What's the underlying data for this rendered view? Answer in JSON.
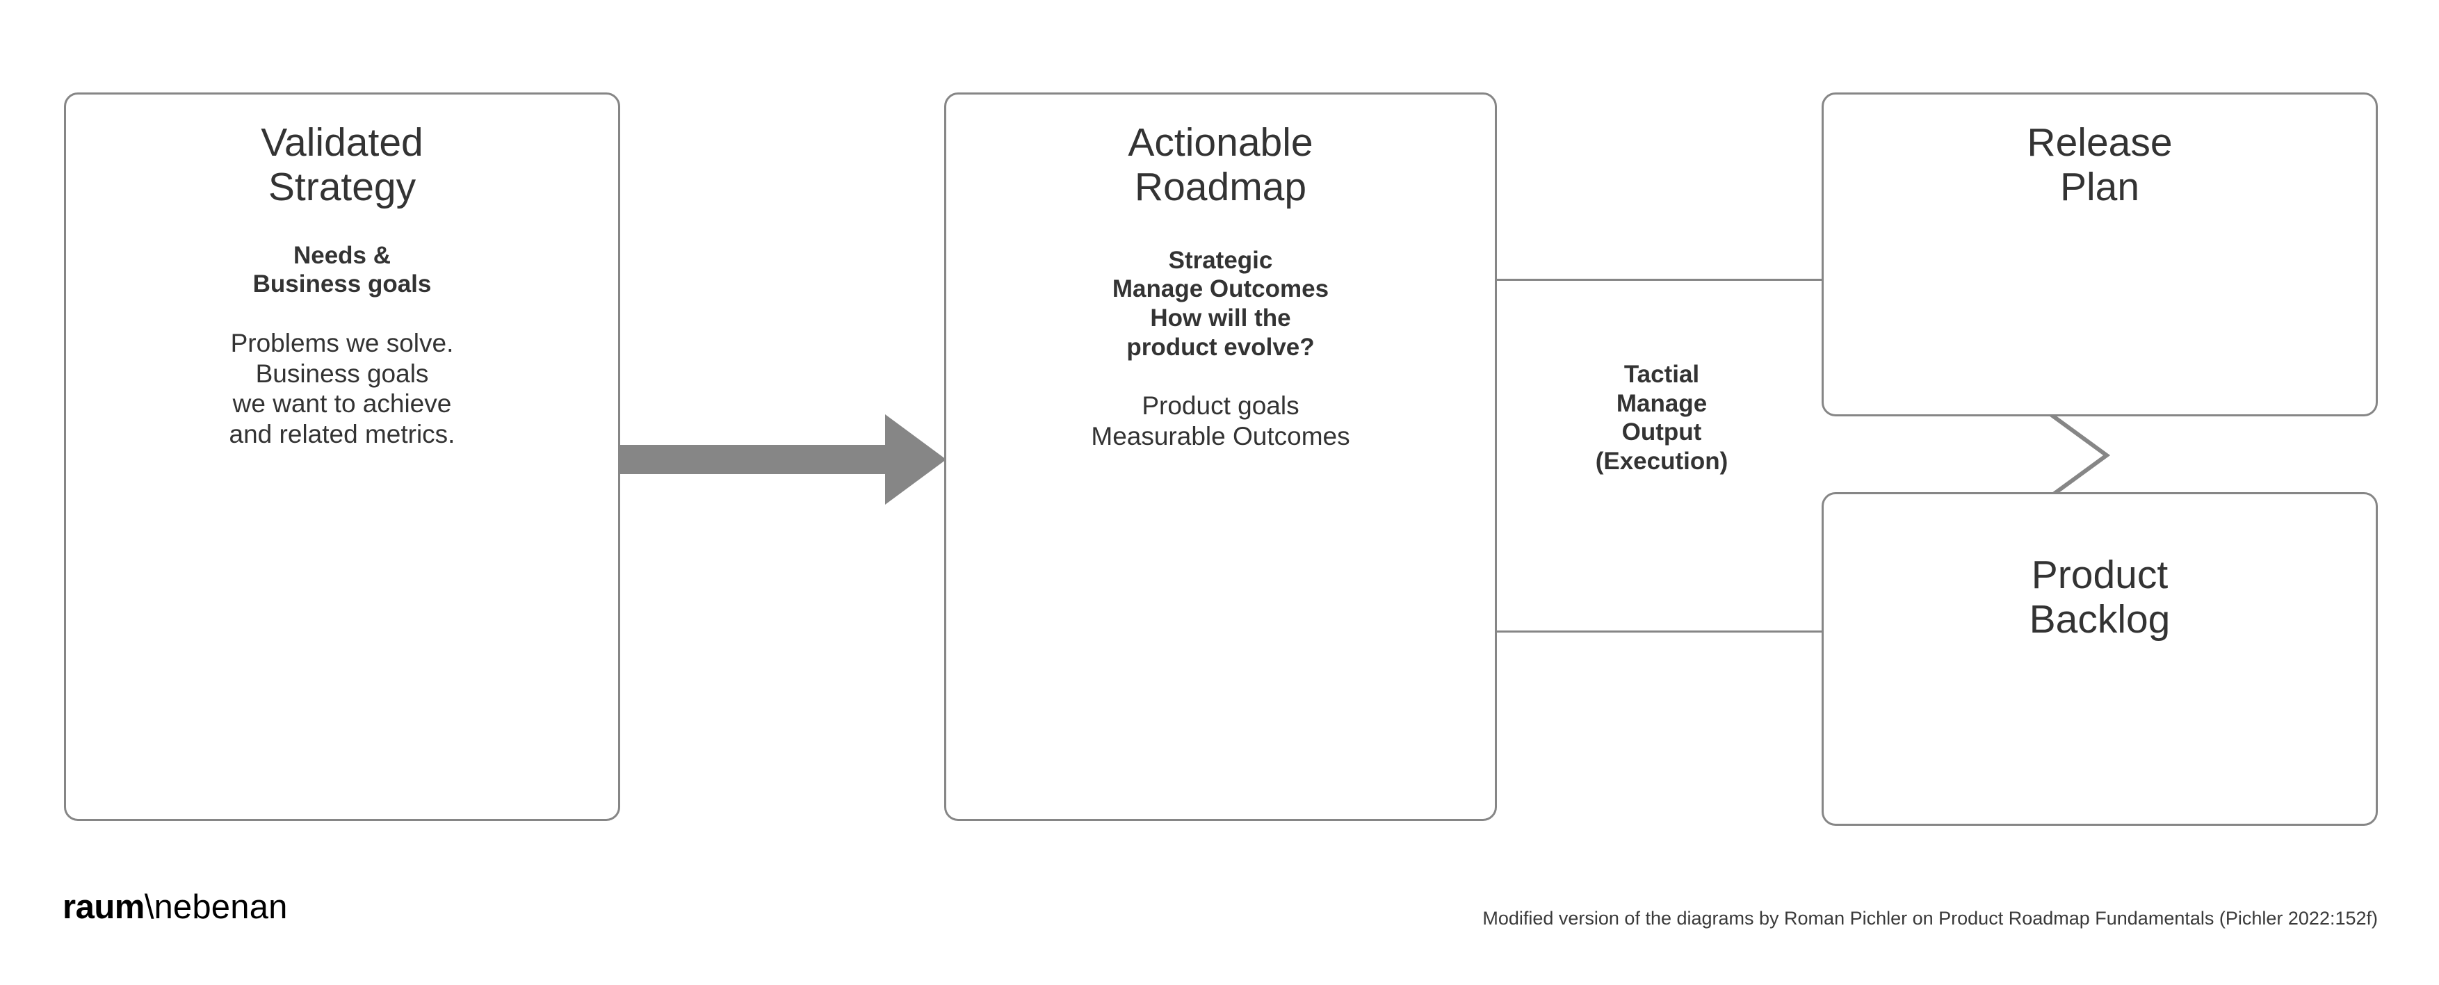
{
  "diagram": {
    "title_semantics": "product-roadmap-fundamentals-flow",
    "colors": {
      "box_border": "#868686",
      "arrow_fill": "#868686",
      "text": "#333333",
      "background": "#ffffff",
      "logo": "#000000"
    },
    "boxes": [
      {
        "id": "validated-strategy",
        "title": "Validated\nStrategy",
        "bold": "Needs &\nBusiness goals",
        "body": "Problems we solve.\nBusiness goals\nwe want to achieve\nand related metrics."
      },
      {
        "id": "actionable-roadmap",
        "title": "Actionable\nRoadmap",
        "bold": "Strategic\nManage Outcomes\nHow will the\nproduct evolve?",
        "body": "Product goals\nMeasurable Outcomes"
      },
      {
        "id": "release-plan",
        "title": "Release\nPlan",
        "bold": "",
        "body": ""
      },
      {
        "id": "product-backlog",
        "title": "Product\nBacklog",
        "bold": "",
        "body": ""
      }
    ],
    "connector_label": "Tactial\nManage\nOutput\n(Execution)",
    "connectors": [
      {
        "id": "strategy-to-roadmap",
        "type": "block-arrow",
        "direction": "right"
      },
      {
        "id": "roadmap-to-release-plan",
        "type": "line",
        "direction": "right"
      },
      {
        "id": "roadmap-to-product-backlog",
        "type": "line",
        "direction": "right"
      },
      {
        "id": "release-plan-to-product-backlog",
        "type": "chevron",
        "direction": "right"
      }
    ]
  },
  "footer": {
    "logo_strong": "raum",
    "logo_slash": "\\",
    "logo_light": "nebenan",
    "attribution": "Modified version of the diagrams by Roman Pichler on Product Roadmap Fundamentals (Pichler 2022:152f)"
  }
}
